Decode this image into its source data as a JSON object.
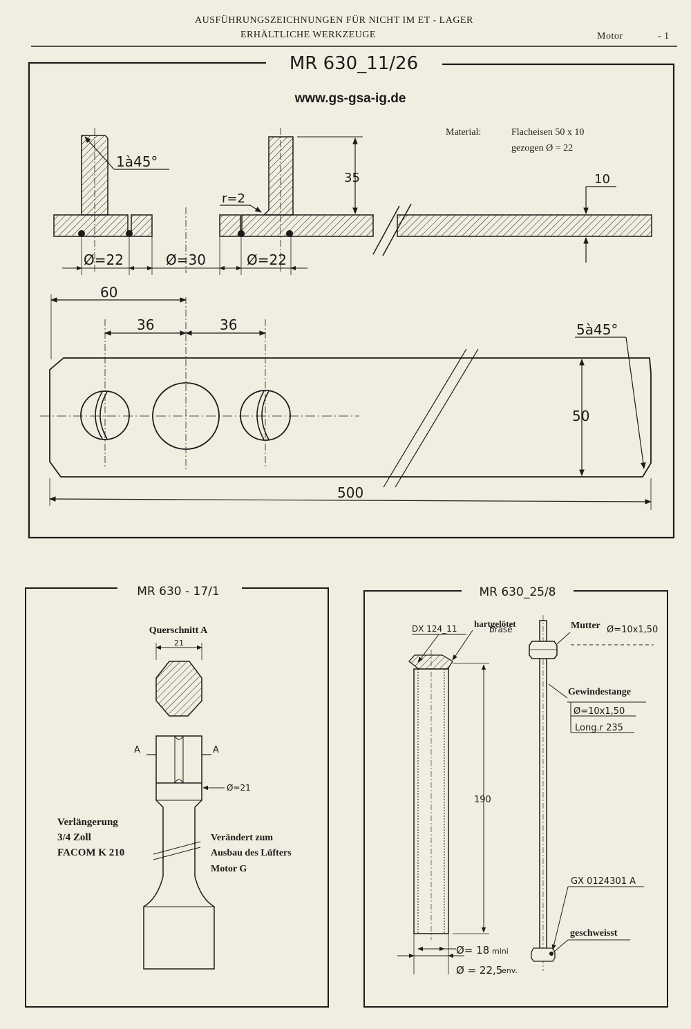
{
  "header": {
    "line1": "AUSFÜHRUNGSZEICHNUNGEN FÜR NICHT IM ET  -  LAGER",
    "line2": "ERHÄLTLICHE WERKZEUGE",
    "section": "Motor",
    "page": "- 1"
  },
  "panel_top": {
    "title": "MR 630_11/26",
    "website": "www.gs-gsa-ig.de",
    "material_label": "Material:",
    "material_line1": "Flacheisen 50 x 10",
    "material_line2": "gezogen Ø = 22",
    "dims": {
      "chamfer_top": "1à45°",
      "height": "35",
      "radius": "r=2",
      "thickness": "10",
      "d1": "Ø=22",
      "d2": "Ø=30",
      "d3": "Ø=22",
      "d60": "60",
      "d36a": "36",
      "d36b": "36",
      "chamfer_end": "5à45°",
      "width": "50",
      "length": "500"
    }
  },
  "panel_left": {
    "title": "MR 630 - 17/1",
    "section_title": "Querschnitt A",
    "dim21": "21",
    "sec_a_left": "A",
    "sec_a_right": "A",
    "diam21": "Ø=21",
    "ext_line1": "Verlängerung",
    "ext_line2": "3/4 Zoll",
    "ext_line3": "FACOM K 210",
    "mod_line1": "Verändert zum",
    "mod_line2": "Ausbau des Lüfters",
    "mod_line3": "Motor G"
  },
  "panel_right": {
    "title": "MR 630_25/8",
    "part_dx": "DX 124_11",
    "hart": "hartgelötet",
    "brase": "brasé",
    "mutter": "Mutter",
    "mutter_dim": "Ø=10x1,50",
    "gewinde": "Gewindestange",
    "gewinde_dim": "Ø=10x1,50",
    "gewinde_len": "Long.r 235",
    "len190": "190",
    "gx": "GX 0124301 A",
    "geschweisst": "geschweisst",
    "d18": "Ø= 18",
    "d18_suffix": "mini",
    "d225": "Ø = 22,5",
    "d225_suffix": "env."
  }
}
